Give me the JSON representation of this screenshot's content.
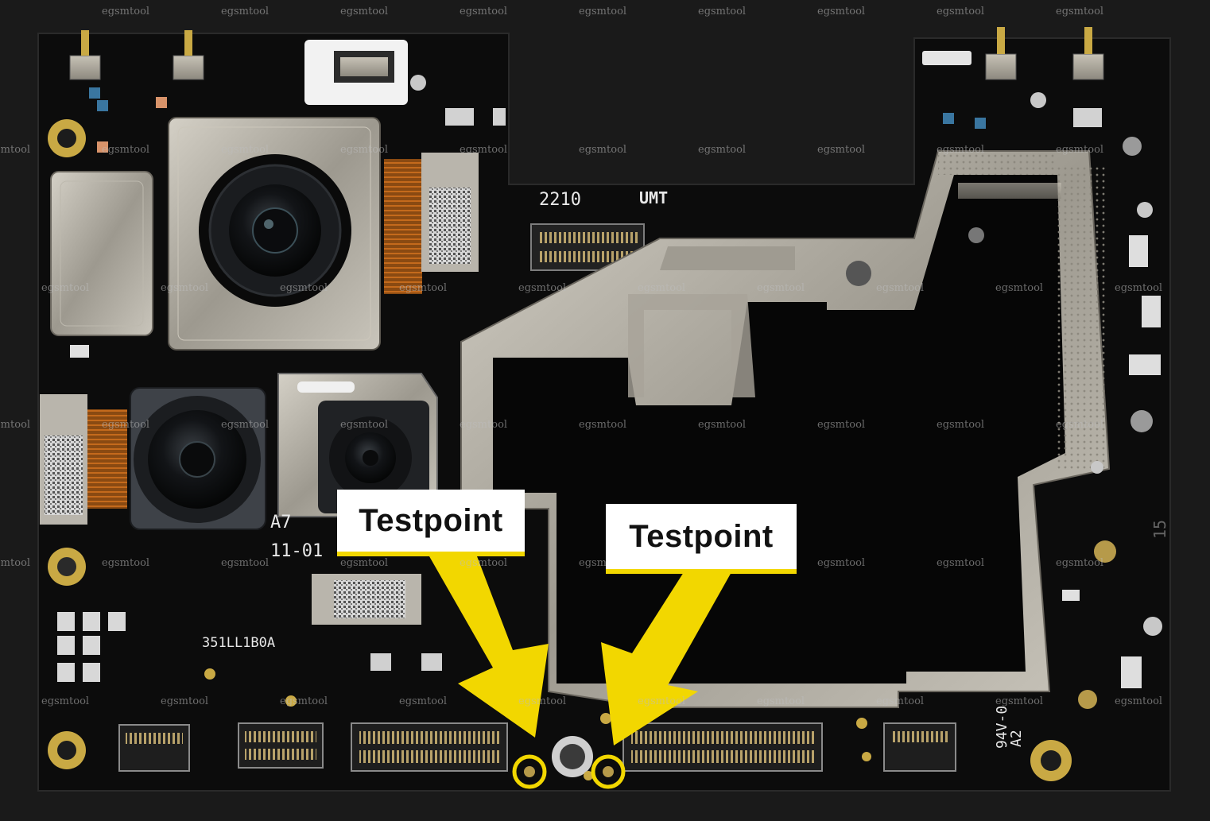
{
  "watermark": "egsmtool",
  "labels": {
    "testpoint_left": "Testpoint",
    "testpoint_right": "Testpoint"
  },
  "board_text": {
    "date_code": "2210",
    "brand": "UMT",
    "rev": "A7",
    "date2": "11-01",
    "serial": "351LL1B0A",
    "fr_code": "94V-0",
    "board_rev": "A2",
    "side_num": "15"
  },
  "colors": {
    "background": "#1a1a1a",
    "pcb": "#0c0c0c",
    "shield": "#a8a49c",
    "marker": "#f2d700"
  }
}
